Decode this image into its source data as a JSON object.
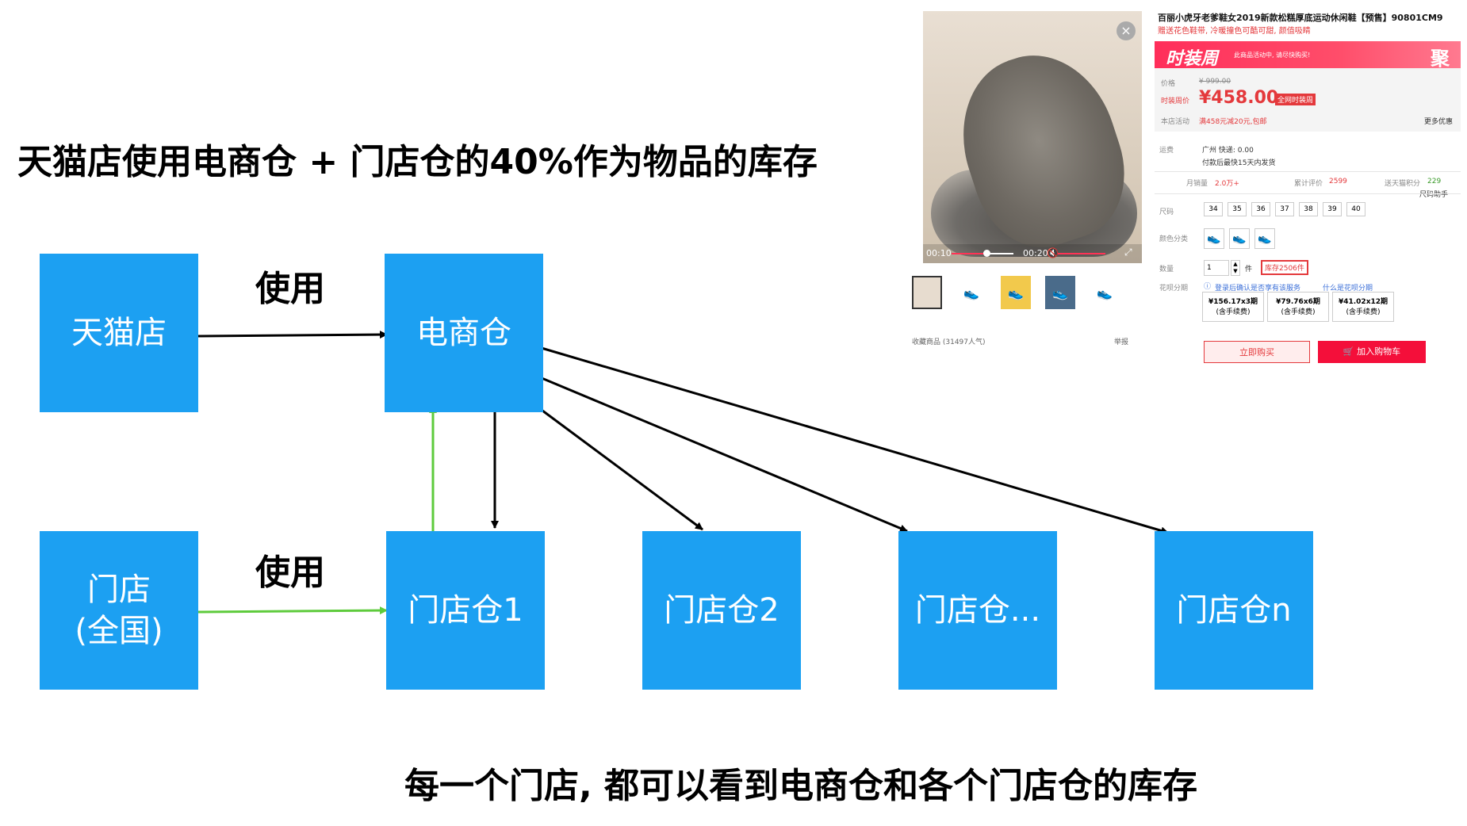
{
  "diagram": {
    "title": "天猫店使用电商仓 + 门店仓的40%作为物品的库存",
    "footer": "每一个门店, 都可以看到电商仓和各个门店仓的库存",
    "use_label_top": "使用",
    "use_label_bottom": "使用",
    "nodes": {
      "tmall_store": "天猫店",
      "ecommerce_warehouse": "电商仓",
      "store_line1": "门店",
      "store_line2": "(全国)",
      "store_warehouse_1": "门店仓1",
      "store_warehouse_2": "门店仓2",
      "store_warehouse_etc": "门店仓...",
      "store_warehouse_n": "门店仓n"
    },
    "colors": {
      "box": "#1ca0f2",
      "arrow_black": "#000000",
      "arrow_green": "#5ecb3c"
    }
  },
  "product_page": {
    "title": "百丽小虎牙老爹鞋女2019新款松糕厚底运动休闲鞋【预售】90801CM9",
    "subtitle": "赠送花色鞋带, 冷暖撞色可酷可甜, 颜值吸睛",
    "video_time_current": "00:10",
    "video_time_total": "00:20",
    "close_icon": "×",
    "promo": {
      "logo": "时装周",
      "hint": "此商品活动中, 请尽快购买!",
      "ju": "聚"
    },
    "price_label": "价格",
    "original_price": "¥ 999.00",
    "event_price_label": "时装周价",
    "event_price": "¥458.00",
    "event_badge": "全网时装周",
    "store_event_label": "本店活动",
    "store_event": "满458元减20元,包邮",
    "more_discounts": "更多优惠",
    "shipping_label": "运费",
    "shipping": "广州  快递: 0.00",
    "shipping_note": "付款后最快15天内发货",
    "monthly_sales_label": "月销量",
    "monthly_sales": "2.0万+",
    "total_reviews_label": "累计评价",
    "total_reviews": "2599",
    "tmall_points_label": "送天猫积分",
    "tmall_points": "229",
    "size_helper": "尺码助手",
    "size_label": "尺码",
    "sizes": [
      "34",
      "35",
      "36",
      "37",
      "38",
      "39",
      "40"
    ],
    "color_label": "颜色分类",
    "quantity_label": "数量",
    "quantity": "1",
    "unit": "件",
    "stock": "库存2506件",
    "installment_label": "花呗分期",
    "installment_note": "登录后确认是否享有该服务",
    "installment_link": "什么是花呗分期",
    "installments": [
      {
        "amount": "¥156.17x3期",
        "fee": "(含手续费)"
      },
      {
        "amount": "¥79.76x6期",
        "fee": "(含手续费)"
      },
      {
        "amount": "¥41.02x12期",
        "fee": "(含手续费)"
      }
    ],
    "buy_now": "立即购买",
    "add_to_cart": "加入购物车",
    "favorite": "收藏商品  (31497人气)",
    "report": "举报"
  }
}
